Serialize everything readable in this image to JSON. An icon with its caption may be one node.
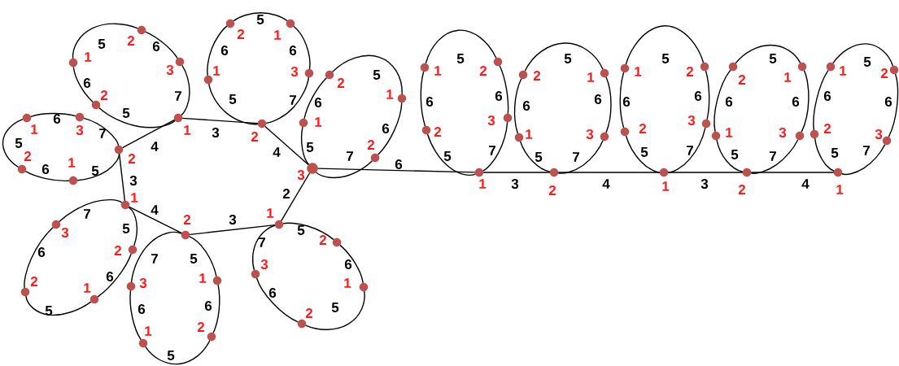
{
  "diagram": {
    "nodes": [
      {
        "text": [],
        "shape": "circle",
        "beside": [
          "1"
        ]
      },
      {
        "text": [],
        "shape": "circle",
        "beside": [
          "2"
        ]
      },
      {
        "text": [],
        "shape": "circle",
        "beside": [
          "3"
        ]
      },
      {
        "text": [],
        "shape": "circle",
        "beside": [
          "1"
        ]
      },
      {
        "text": [],
        "shape": "circle",
        "beside": [
          "2"
        ]
      },
      {
        "text": [],
        "shape": "circle",
        "beside": [
          "2"
        ]
      },
      {
        "text": [],
        "shape": "circle",
        "beside": [
          "1"
        ]
      },
      {
        "text": [],
        "shape": "circle",
        "beside": [
          "3"
        ]
      },
      {
        "text": [],
        "shape": "circle",
        "beside": [
          "2"
        ]
      },
      {
        "text": [],
        "shape": "circle",
        "beside": [
          "1"
        ]
      },
      {
        "text": [],
        "shape": "circle",
        "beside": [
          "1"
        ]
      },
      {
        "text": [],
        "shape": "circle",
        "beside": [
          "3"
        ]
      },
      {
        "text": [],
        "shape": "circle",
        "beside": [
          "2"
        ]
      },
      {
        "text": [],
        "shape": "circle",
        "beside": [
          "1"
        ]
      },
      {
        "text": [],
        "shape": "circle",
        "beside": [
          "2"
        ]
      },
      {
        "text": [],
        "shape": "circle",
        "beside": [
          "2"
        ]
      },
      {
        "text": [],
        "shape": "circle",
        "beside": [
          "1"
        ]
      },
      {
        "text": [],
        "shape": "circle",
        "beside": [
          "2"
        ]
      },
      {
        "text": [],
        "shape": "circle",
        "beside": [
          "3"
        ]
      },
      {
        "text": [],
        "shape": "circle",
        "beside": [
          "1"
        ]
      },
      {
        "text": [],
        "shape": "circle",
        "beside": [
          "1"
        ]
      },
      {
        "text": [],
        "shape": "circle",
        "beside": [
          "2"
        ]
      },
      {
        "text": [],
        "shape": "circle",
        "beside": [
          "3"
        ]
      },
      {
        "text": [],
        "shape": "circle",
        "beside": [
          "1"
        ]
      },
      {
        "text": [],
        "shape": "circle",
        "beside": [
          "2"
        ]
      },
      {
        "text": [],
        "shape": "circle",
        "beside": [
          "2"
        ]
      },
      {
        "text": [],
        "shape": "circle",
        "beside": [
          "1"
        ]
      },
      {
        "text": [],
        "shape": "circle",
        "beside": [
          "3"
        ]
      },
      {
        "text": [],
        "shape": "circle",
        "beside": [
          "2"
        ]
      },
      {
        "text": [],
        "shape": "circle",
        "beside": [
          "1"
        ]
      },
      {
        "text": [],
        "shape": "circle",
        "beside": [
          "1"
        ]
      },
      {
        "text": [],
        "shape": "circle",
        "beside": [
          "2"
        ]
      },
      {
        "text": [],
        "shape": "circle",
        "beside": [
          "3"
        ]
      },
      {
        "text": [],
        "shape": "circle",
        "beside": [
          "1"
        ]
      },
      {
        "text": [],
        "shape": "circle",
        "beside": [
          "2"
        ]
      },
      {
        "text": [],
        "shape": "circle",
        "beside": [
          "2"
        ]
      },
      {
        "text": [],
        "shape": "circle",
        "beside": [
          "1"
        ]
      },
      {
        "text": [],
        "shape": "circle",
        "beside": [
          "3"
        ]
      },
      {
        "text": [],
        "shape": "circle",
        "beside": [
          "2"
        ]
      },
      {
        "text": [],
        "shape": "circle",
        "beside": [
          "1"
        ]
      },
      {
        "text": [],
        "shape": "circle",
        "beside": [
          "1"
        ]
      },
      {
        "text": [],
        "shape": "circle",
        "beside": [
          "2"
        ]
      },
      {
        "text": [],
        "shape": "circle",
        "beside": [
          "3"
        ]
      },
      {
        "text": [],
        "shape": "circle",
        "beside": [
          "1"
        ]
      },
      {
        "text": [],
        "shape": "circle",
        "beside": [
          "2"
        ]
      },
      {
        "text": [],
        "shape": "circle",
        "beside": [
          "1"
        ]
      },
      {
        "text": [],
        "shape": "circle",
        "beside": [
          "2"
        ]
      },
      {
        "text": [],
        "shape": "circle",
        "beside": [
          "1"
        ]
      },
      {
        "text": [],
        "shape": "circle",
        "beside": [
          "2"
        ]
      },
      {
        "text": [],
        "shape": "circle",
        "beside": [
          "3"
        ]
      },
      {
        "text": [],
        "shape": "circle",
        "beside": [
          "2"
        ]
      },
      {
        "text": [],
        "shape": "circle",
        "beside": [
          "1"
        ]
      },
      {
        "text": [],
        "shape": "circle",
        "beside": [
          "2"
        ]
      },
      {
        "text": [],
        "shape": "circle",
        "beside": [
          "1"
        ]
      },
      {
        "text": [],
        "shape": "circle",
        "beside": [
          "3"
        ]
      },
      {
        "text": [],
        "shape": "circle",
        "beside": [
          "1"
        ]
      },
      {
        "text": [],
        "shape": "circle",
        "beside": [
          "2"
        ]
      },
      {
        "text": [],
        "shape": "circle",
        "beside": [
          "1"
        ]
      },
      {
        "text": [],
        "shape": "circle",
        "beside": [
          "2"
        ]
      },
      {
        "text": [],
        "shape": "circle",
        "beside": [
          "3"
        ]
      }
    ],
    "edges": [
      {
        "from": 0,
        "to": 1,
        "arrow": "none",
        "label": "5"
      },
      {
        "from": 1,
        "to": 2,
        "arrow": "none",
        "label": "6"
      },
      {
        "from": 2,
        "to": 3,
        "arrow": "none",
        "label": "7"
      },
      {
        "from": 3,
        "to": 4,
        "arrow": "none",
        "label": "5"
      },
      {
        "from": 4,
        "to": 0,
        "arrow": "none",
        "label": "6"
      },
      {
        "from": 5,
        "to": 6,
        "arrow": "none",
        "label": "5"
      },
      {
        "from": 6,
        "to": 7,
        "arrow": "none",
        "label": "6"
      },
      {
        "from": 7,
        "to": 8,
        "arrow": "none",
        "label": "7"
      },
      {
        "from": 8,
        "to": 9,
        "arrow": "none",
        "label": "5"
      },
      {
        "from": 9,
        "to": 5,
        "arrow": "none",
        "label": "6"
      },
      {
        "from": 10,
        "to": 11,
        "arrow": "none",
        "label": "6"
      },
      {
        "from": 11,
        "to": 12,
        "arrow": "none",
        "label": "7"
      },
      {
        "from": 12,
        "to": 13,
        "arrow": "none",
        "label": "5"
      },
      {
        "from": 13,
        "to": 14,
        "arrow": "none",
        "label": "6"
      },
      {
        "from": 14,
        "to": 10,
        "arrow": "none",
        "label": "5"
      },
      {
        "from": 15,
        "to": 16,
        "arrow": "none",
        "label": "5"
      },
      {
        "from": 16,
        "to": 17,
        "arrow": "none",
        "label": "6"
      },
      {
        "from": 17,
        "to": 18,
        "arrow": "none",
        "label": "7"
      },
      {
        "from": 18,
        "to": 19,
        "arrow": "none",
        "label": "5"
      },
      {
        "from": 19,
        "to": 15,
        "arrow": "none",
        "label": "6"
      },
      {
        "from": 20,
        "to": 21,
        "arrow": "none",
        "label": "5"
      },
      {
        "from": 21,
        "to": 22,
        "arrow": "none",
        "label": "6"
      },
      {
        "from": 22,
        "to": 23,
        "arrow": "none",
        "label": "7"
      },
      {
        "from": 23,
        "to": 24,
        "arrow": "none",
        "label": "5"
      },
      {
        "from": 24,
        "to": 20,
        "arrow": "none",
        "label": "6"
      },
      {
        "from": 25,
        "to": 26,
        "arrow": "none",
        "label": "5"
      },
      {
        "from": 26,
        "to": 27,
        "arrow": "none",
        "label": "6"
      },
      {
        "from": 27,
        "to": 28,
        "arrow": "none",
        "label": "7"
      },
      {
        "from": 28,
        "to": 29,
        "arrow": "none",
        "label": "5"
      },
      {
        "from": 29,
        "to": 25,
        "arrow": "none",
        "label": "6"
      },
      {
        "from": 30,
        "to": 31,
        "arrow": "none",
        "label": "5"
      },
      {
        "from": 31,
        "to": 32,
        "arrow": "none",
        "label": "6"
      },
      {
        "from": 32,
        "to": 33,
        "arrow": "none",
        "label": "7"
      },
      {
        "from": 33,
        "to": 34,
        "arrow": "none",
        "label": "5"
      },
      {
        "from": 34,
        "to": 30,
        "arrow": "none",
        "label": "6"
      },
      {
        "from": 35,
        "to": 36,
        "arrow": "none",
        "label": "5"
      },
      {
        "from": 36,
        "to": 37,
        "arrow": "none",
        "label": "6"
      },
      {
        "from": 37,
        "to": 38,
        "arrow": "none",
        "label": "7"
      },
      {
        "from": 38,
        "to": 39,
        "arrow": "none",
        "label": "5"
      },
      {
        "from": 39,
        "to": 35,
        "arrow": "none",
        "label": "6"
      },
      {
        "from": 40,
        "to": 41,
        "arrow": "none",
        "label": "5"
      },
      {
        "from": 41,
        "to": 42,
        "arrow": "none",
        "label": "6"
      },
      {
        "from": 42,
        "to": 43,
        "arrow": "none",
        "label": "7"
      },
      {
        "from": 43,
        "to": 44,
        "arrow": "none",
        "label": "5"
      },
      {
        "from": 44,
        "to": 40,
        "arrow": "none",
        "label": "6"
      },
      {
        "from": 45,
        "to": 46,
        "arrow": "none",
        "label": "5"
      },
      {
        "from": 46,
        "to": 47,
        "arrow": "none",
        "label": "6"
      },
      {
        "from": 47,
        "to": 48,
        "arrow": "none",
        "label": "5"
      },
      {
        "from": 48,
        "to": 49,
        "arrow": "none",
        "label": "6"
      },
      {
        "from": 49,
        "to": 45,
        "arrow": "none",
        "label": "7"
      },
      {
        "from": 50,
        "to": 51,
        "arrow": "none",
        "label": "5"
      },
      {
        "from": 51,
        "to": 52,
        "arrow": "none",
        "label": "6"
      },
      {
        "from": 52,
        "to": 53,
        "arrow": "none",
        "label": "5"
      },
      {
        "from": 53,
        "to": 54,
        "arrow": "none",
        "label": "6"
      },
      {
        "from": 54,
        "to": 50,
        "arrow": "none",
        "label": "7"
      },
      {
        "from": 55,
        "to": 56,
        "arrow": "none",
        "label": "5"
      },
      {
        "from": 56,
        "to": 57,
        "arrow": "none",
        "label": "6"
      },
      {
        "from": 57,
        "to": 58,
        "arrow": "none",
        "label": "5"
      },
      {
        "from": 58,
        "to": 59,
        "arrow": "none",
        "label": "6"
      },
      {
        "from": 59,
        "to": 55,
        "arrow": "none",
        "label": "7"
      },
      {
        "from": 12,
        "to": 3,
        "arrow": "none",
        "label": "4"
      },
      {
        "from": 3,
        "to": 8,
        "arrow": "none",
        "label": "3"
      },
      {
        "from": 8,
        "to": 18,
        "arrow": "none",
        "label": "4"
      },
      {
        "from": 12,
        "to": 45,
        "arrow": "none",
        "label": "3"
      },
      {
        "from": 45,
        "to": 50,
        "arrow": "none",
        "label": "4"
      },
      {
        "from": 50,
        "to": 55,
        "arrow": "none",
        "label": "3"
      },
      {
        "from": 55,
        "to": 18,
        "arrow": "none",
        "label": "2"
      },
      {
        "from": 18,
        "to": 23,
        "arrow": "none",
        "label": "6"
      },
      {
        "from": 23,
        "to": 28,
        "arrow": "none",
        "label": "3"
      },
      {
        "from": 28,
        "to": 33,
        "arrow": "none",
        "label": "4"
      },
      {
        "from": 33,
        "to": 38,
        "arrow": "none",
        "label": "3"
      },
      {
        "from": 38,
        "to": 43,
        "arrow": "none",
        "label": "4"
      }
    ]
  }
}
